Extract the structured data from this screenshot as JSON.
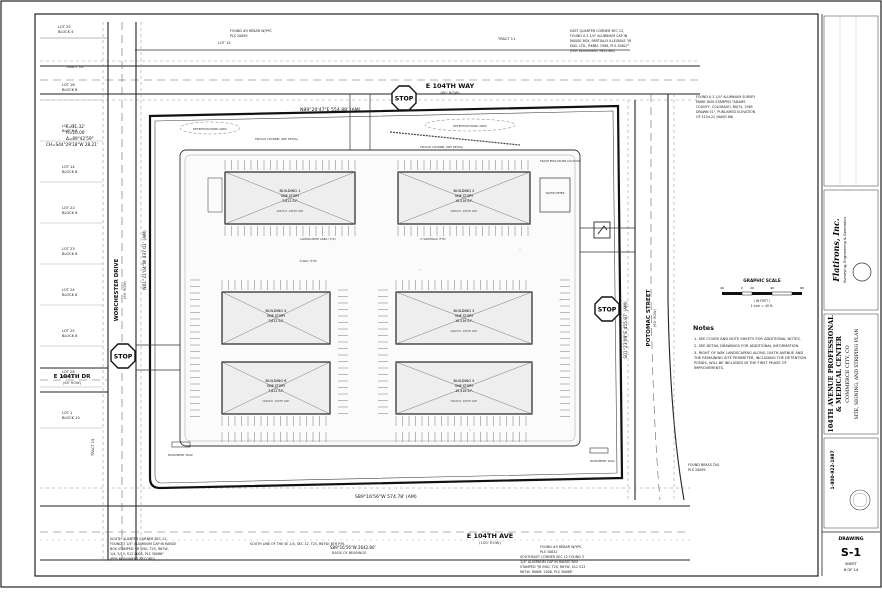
{
  "streets": {
    "north": "E 104TH WAY",
    "north_sub": "(60' ROW)",
    "south": "E 104TH AVE",
    "south_sub": "(100' ROW)",
    "west": "WORCHESTER DRIVE",
    "west_sub": "(60' ROW)",
    "west_ave": "E 104TH DR",
    "west_ave_sub": "(60' ROW)",
    "east": "POTOMAC STREET",
    "east_sub": "(60' ROW)"
  },
  "stop_label": "STOP",
  "buildings": [
    {
      "name": "BUILDING 1",
      "floors": "ONE STORY",
      "area": "7,812 S.F.",
      "addr": "10435 E. 104TH AVE."
    },
    {
      "name": "BUILDING 2",
      "floors": "ONE STORY",
      "area": "10,416 S.F.",
      "addr": "10455 E. 104TH AVE."
    },
    {
      "name": "BUILDING 4",
      "floors": "ONE STORY",
      "area": "7,812 S.F.",
      "addr": ""
    },
    {
      "name": "BUILDING 3",
      "floors": "ONE STORY",
      "area": "10,416 S.F.",
      "addr": "10425 E. 104TH AVE."
    },
    {
      "name": "BUILDING 6",
      "floors": "ONE STORY",
      "area": "7,812 S.F.",
      "addr": "10440 E. 104TH AVE."
    },
    {
      "name": "BUILDING 5",
      "floors": "ONE STORY",
      "area": "10,416 S.F.",
      "addr": "10444 E. 104TH AVE."
    }
  ],
  "bearings": {
    "north": "N89°20'47\"E  554.88' (AM)",
    "south": "S89°16'56\"W  574.78' (AM)",
    "west": "N01°21'04\"W  437.01' (AM)",
    "east": "S01°23'09\"E  455.87' (AM)",
    "curve": [
      "L=31.32'",
      "R=20.00'",
      "Δ=89°42'59\"",
      "CH=S44°29'18\"W 28.21'"
    ],
    "basis": "S89°16'56\"W  2642.80'",
    "basis_sub": "BASIS OF BEARINGS"
  },
  "survey_notes": {
    "east_quarter": [
      "EAST QUARTER CORNER SEC 12,",
      "FOUND A 3 1/4\" ALUMINUM CAP IN",
      "RANGE BOX, PARTIALLY ILLEGIBLE \"JR",
      "ENG. LTD., RKBM. 1998, PLS 30827\"",
      "(PER MONUMENT RECORD)"
    ],
    "survey_mark": [
      "FOUND A 3 1/4\" ALUMINUM SURVEY",
      "MARK DISK STAMPED \"ADAMS",
      "COUNTY, COLORADO, B0J74, 1985",
      "DRAWN 51\", PUBLISHED ELEVATION",
      "OF 5154.22 (NAVD 88)"
    ],
    "south_quarter": [
      "SOUTH QUARTER CORNER SEC 12,",
      "FOUND 3 1/4\" ALUMINUM CAP IN RANGE",
      "BOX STAMPED \"JR ENG, T2S, R67W,",
      "1/4, 5/13, S12 2008, PLS 30086\"",
      "(PER MONUMENT RECORD)"
    ],
    "southeast": [
      "FOUND #5 REBAR W/YPC",
      "PLS 30832",
      "SOUTHEAST CORNER SEC 12 FOUND 3",
      "1/4\" ALUMINUM CAP IN RANGE BOX",
      "STAMPED \"JR ENG, T2S, R67W, S12 S13",
      "R67W, RKBM. 2008, PLS 30086\""
    ],
    "south_line": "SOUTH LINE OF THE SE 1/4, SEC 12, T2S, R67W, 6TH P.M.",
    "brass_tag": [
      "FOUND BRASS TAG",
      "PLS 20099"
    ],
    "north_found": [
      "FOUND #5 REBAR W/YPC",
      "PLS 20099"
    ]
  },
  "lots": [
    {
      "n": "LOT 16",
      "b": "BLOCK 8"
    },
    {
      "n": "LOT 15",
      "b": "BLOCK 8"
    },
    {
      "n": "LOT 14",
      "b": "BLOCK 8"
    },
    {
      "n": "LOT 22",
      "b": "BLOCK 8"
    },
    {
      "n": "LOT 23",
      "b": "BLOCK 8"
    },
    {
      "n": "LOT 24",
      "b": "BLOCK 8"
    },
    {
      "n": "LOT 25",
      "b": "BLOCK 8"
    },
    {
      "n": "LOT 26",
      "b": "BLOCK 8"
    },
    {
      "n": "LOT 1",
      "b": "BLOCK 10"
    }
  ],
  "tracts": [
    "TRACT 10",
    "TRACT 11",
    "TRACT 15"
  ],
  "lot_top": {
    "n": "LOT 25",
    "b": "BLOCK 4"
  },
  "north_lot": "LOT 15",
  "plan_notes": {
    "title": "Notes",
    "items": [
      "1.  SEE COVER AND NOTE SHEETS FOR ADDITIONAL NOTES.",
      "2.  SEE DETAIL DRAWINGS FOR ADDITIONAL INFORMATION.",
      "3.  RIGHT OF WAY LANDSCAPING ALONG 104TH AVENUE AND",
      "     THE REMAINING SITE PERIMETER, INCLUDING THE DETENTION",
      "     PONDS, WILL BE INCLUDED IN THE FIRST PHASE OF",
      "     IMPROVEMENTS."
    ]
  },
  "graphic_scale": {
    "title": "GRAPHIC SCALE",
    "ticks": [
      "40",
      "0",
      "20",
      "40",
      "80"
    ],
    "unit": "( IN FEET )",
    "ratio": "1 inch = 40 ft."
  },
  "title_block": {
    "company": "Flatirons, Inc.",
    "company_sub": "Surveying, Engineering & Geomatics",
    "project": [
      "104TH AVENUE PROFESSIONAL",
      "& MEDICAL CENTER",
      "COMMERCE CITY, CO"
    ],
    "sheet_title": "SITE, SIGNING, AND STRIPING PLAN",
    "phone": "1-800-922-1987",
    "drawing_label": "DRAWING",
    "drawing_no": "S-1",
    "sheet_label": "SHEET",
    "sheet_no": "6 OF 14"
  },
  "site_labels": {
    "detention_w": "DETENTION POND AREA",
    "detention_e": "DETENTION POND AREA",
    "trickle_w": "TRICKLE CHANNEL (SEE DETAIL)",
    "trickle_e": "TRICKLE CHANNEL (SEE DETAIL)",
    "trash": "TRASH ENCLOSURE LOCATION",
    "monument_w": "MONUMENT SIGN",
    "monument_e": "MONUMENT SIGN",
    "water_meter": "WATER METER",
    "landscaped": "LANDSCAPED AREA (TYP)",
    "sidewalk": "4' SIDEWALK (TYP)",
    "two_way": "2-WAY (TYP)"
  }
}
